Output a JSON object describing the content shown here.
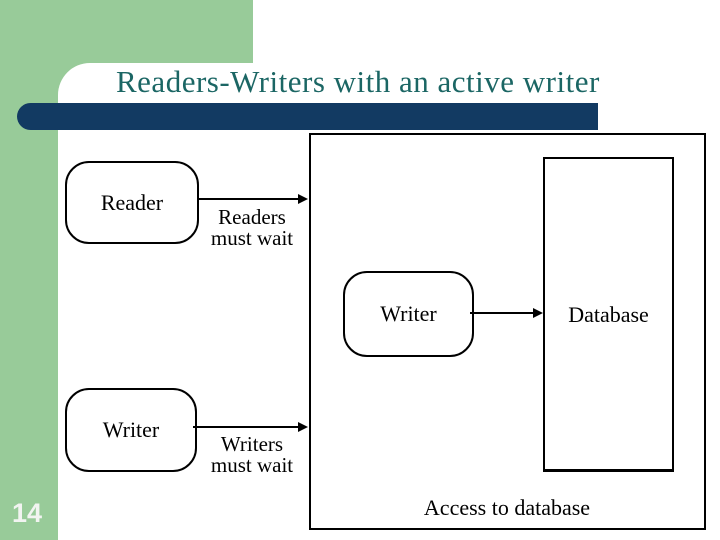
{
  "slide": {
    "title": "Readers-Writers with an active writer",
    "page_number": "14"
  },
  "diagram": {
    "nodes": {
      "reader": {
        "label": "Reader"
      },
      "waiting_writer": {
        "label": "Writer"
      },
      "active_writer": {
        "label": "Writer"
      },
      "database": {
        "label": "Database"
      }
    },
    "edges": {
      "readers_wait": {
        "line1": "Readers",
        "line2": "must wait"
      },
      "writers_wait": {
        "line1": "Writers",
        "line2": "must wait"
      }
    },
    "caption": "Access to database"
  },
  "colors": {
    "sage_green": "#98CB99",
    "navy_bar": "#123A62",
    "title_teal": "#1B6664",
    "diagram_ink": "#000000"
  }
}
